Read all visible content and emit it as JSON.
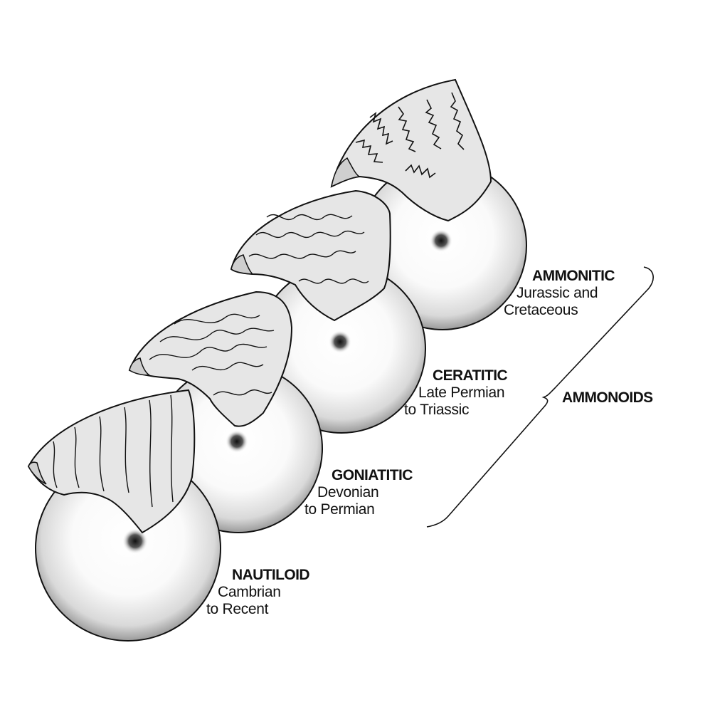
{
  "shells": [
    {
      "name": "NAUTILOID",
      "range_line1": "Cambrian",
      "range_line2": "to Recent"
    },
    {
      "name": "GONIATITIC",
      "range_line1": "Devonian",
      "range_line2": "to Permian"
    },
    {
      "name": "CERATITIC",
      "range_line1": "Late Permian",
      "range_line2": "to Triassic"
    },
    {
      "name": "AMMONITIC",
      "range_line1": "Jurassic and",
      "range_line2": "Cretaceous"
    }
  ],
  "group_label": "AMMONOIDS",
  "colors": {
    "ink": "#111111",
    "shell_face": "#e6e6e6",
    "background": "#ffffff"
  }
}
